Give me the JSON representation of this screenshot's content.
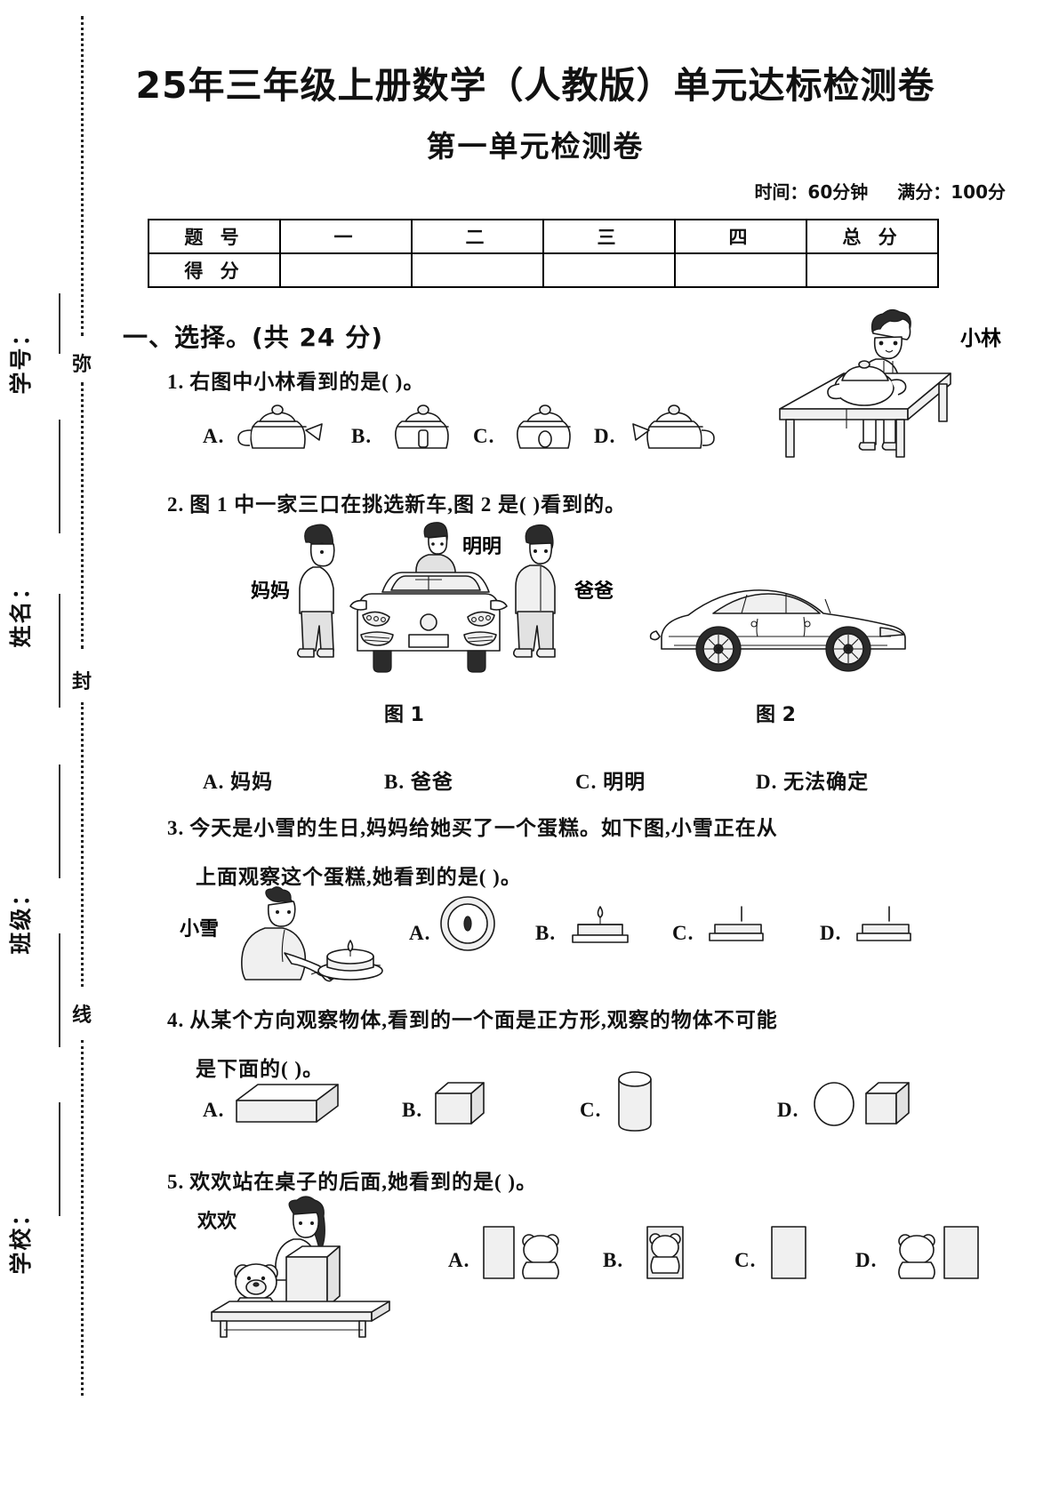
{
  "sidebar": {
    "fields": [
      {
        "label": "学号：",
        "name": "student-number"
      },
      {
        "label": "姓名：",
        "name": "student-name"
      },
      {
        "label": "班级：",
        "name": "class"
      },
      {
        "label": "学校：",
        "name": "school"
      }
    ],
    "seal_chars": [
      "弥",
      "封",
      "线"
    ]
  },
  "header": {
    "title": "25年三年级上册数学（人教版）单元达标检测卷",
    "subtitle": "第一单元检测卷",
    "time_label": "时间：60分钟",
    "score_label": "满分：100分"
  },
  "score_table": {
    "row_headers": [
      "题  号",
      "得  分"
    ],
    "columns": [
      "一",
      "二",
      "三",
      "四",
      "总  分"
    ],
    "scores": [
      "",
      "",
      "",
      "",
      ""
    ]
  },
  "sections": [
    {
      "heading": "一、选择。(共 24 分)",
      "questions": [
        {
          "number": "1.",
          "text": "右图中小林看到的是(        )。",
          "options": [
            "A.",
            "B.",
            "C.",
            "D."
          ],
          "figure_labels": [
            "小林"
          ]
        },
        {
          "number": "2.",
          "text": "图 1 中一家三口在挑选新车,图 2 是(        )看到的。",
          "options": [
            "A. 妈妈",
            "B. 爸爸",
            "C. 明明",
            "D. 无法确定"
          ],
          "figure_labels": [
            "妈妈",
            "明明",
            "爸爸"
          ],
          "figure_captions": [
            "图 1",
            "图 2"
          ]
        },
        {
          "number": "3.",
          "line1": "今天是小雪的生日,妈妈给她买了一个蛋糕。如下图,小雪正在从",
          "line2": "上面观察这个蛋糕,她看到的是(        )。",
          "options": [
            "A.",
            "B.",
            "C.",
            "D."
          ],
          "figure_labels": [
            "小雪"
          ]
        },
        {
          "number": "4.",
          "line1": "从某个方向观察物体,看到的一个面是正方形,观察的物体不可能",
          "line2": "是下面的(        )。",
          "options": [
            "A.",
            "B.",
            "C.",
            "D."
          ]
        },
        {
          "number": "5.",
          "text": "欢欢站在桌子的后面,她看到的是(        )。",
          "options": [
            "A.",
            "B.",
            "C.",
            "D."
          ],
          "figure_labels": [
            "欢欢"
          ]
        }
      ]
    }
  ],
  "colors": {
    "ink": "#1a1a1a",
    "paper": "#ffffff",
    "rule": "#333333"
  }
}
